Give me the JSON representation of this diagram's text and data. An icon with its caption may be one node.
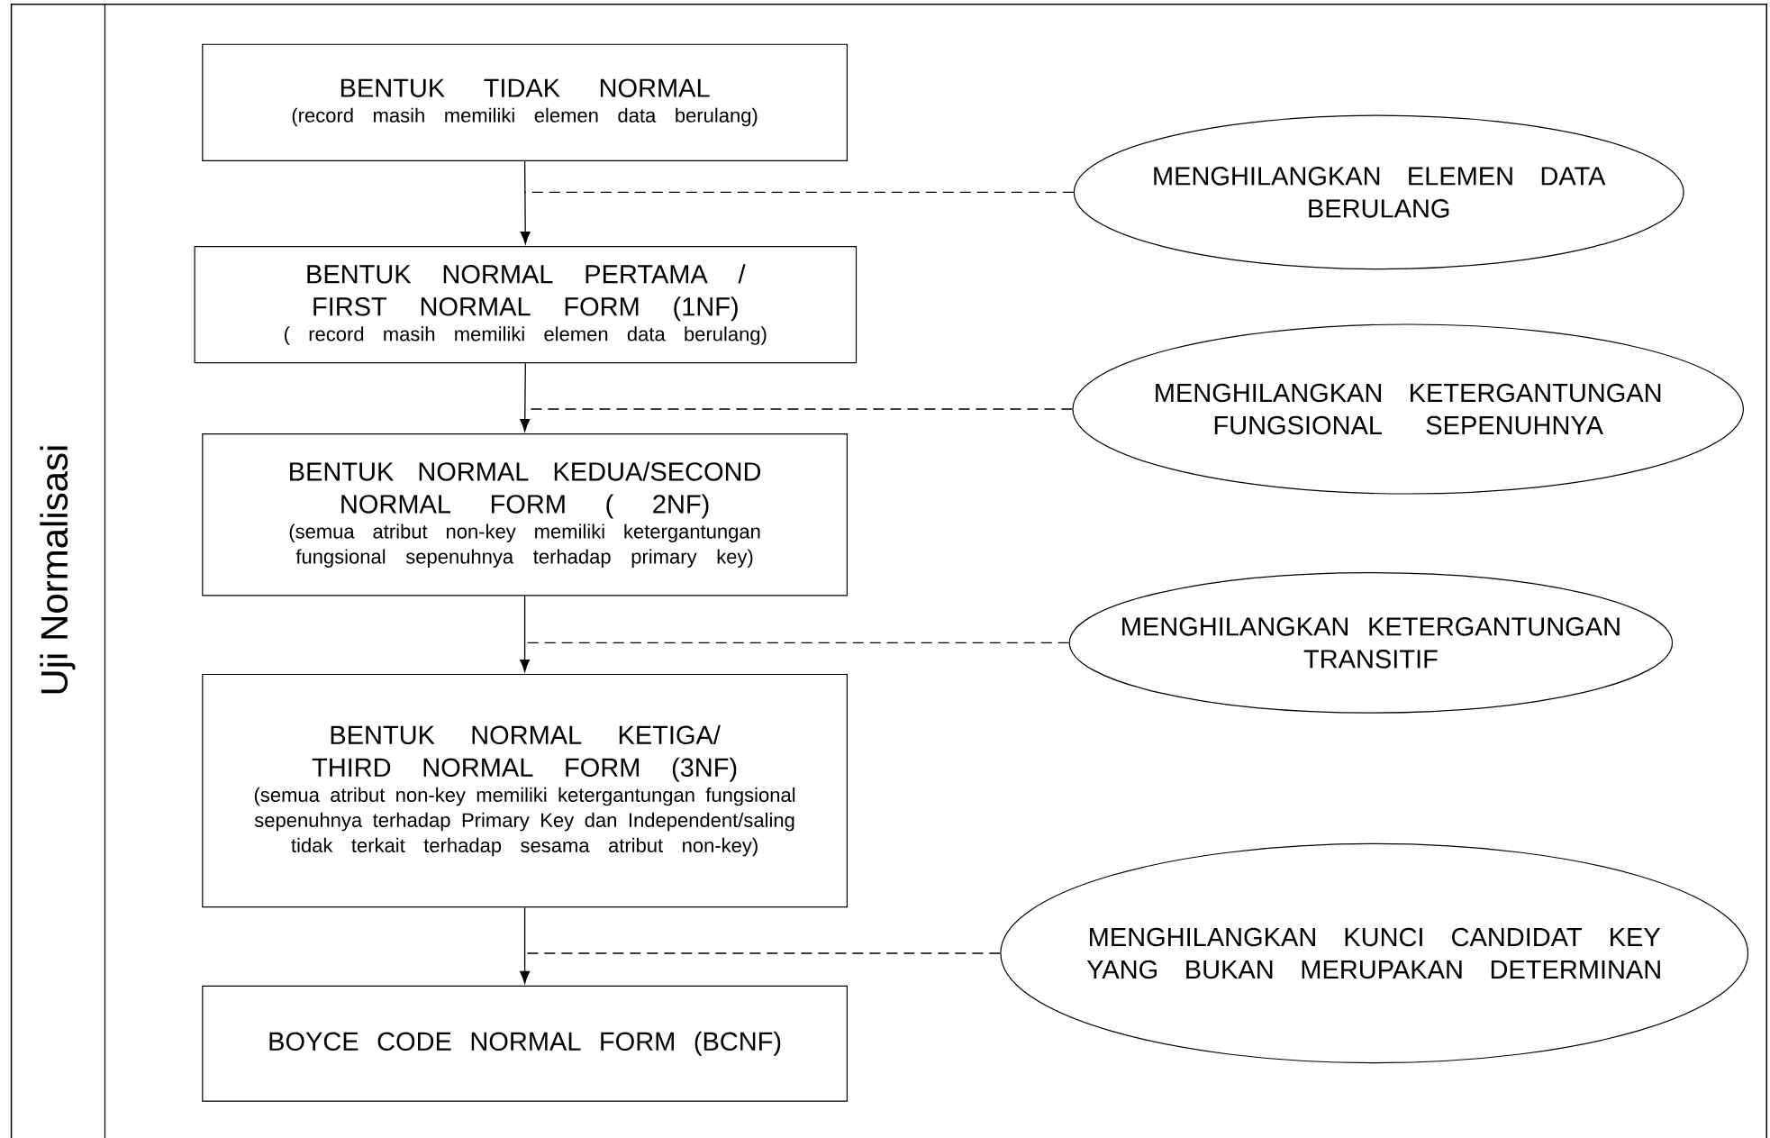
{
  "diagram": {
    "nodes": [
      {
        "text": [
          "Uji Normalisasi"
        ]
      },
      {
        "text": [
          "BENTUK TIDAK NORMAL",
          "(record masih memiliki elemen data berulang)"
        ],
        "in": 0
      },
      {
        "text": [
          "BENTUK NORMAL PERTAMA / FIRST NORMAL FORM (1NF)",
          "( record masih memiliki elemen  data berulang)"
        ],
        "in": 0
      },
      {
        "text": [
          "BENTUK NORMAL KEDUA/SECOND NORMAL FORM ( 2NF)",
          "(semua atribut non-key memiliki ketergantungan fungsional sepenuhnya terhadap primary key)"
        ],
        "in": 0
      },
      {
        "text": [
          "BENTUK NORMAL KETIGA/ THIRD NORMAL FORM (3NF)",
          "(semua atribut non-key memiliki ketergantungan fungsional sepenuhnya terhadap Primary Key dan Independent/saling tidak terkait terhadap sesama atribut non-key)"
        ],
        "in": 0
      },
      {
        "text": [
          "BOYCE CODE NORMAL FORM (BCNF)"
        ],
        "in": 0
      },
      {
        "text": [
          "MENGHILANGKAN ELEMEN DATA BERULANG"
        ],
        "in": 0
      },
      {
        "text": [
          "MENGHILANGKAN KETERGANTUNGAN FUNGSIONAL SEPENUHNYA"
        ],
        "in": 0
      },
      {
        "text": [
          "MENGHILANGKAN KETERGANTUNGAN TRANSITIF"
        ],
        "in": 0
      },
      {
        "text": [
          "MENGHILANGKAN KUNCI CANDIDAT KEY YANG BUKAN MERUPAKAN DETERMINAN"
        ],
        "in": 0
      }
    ],
    "edges": [
      {
        "from": 1,
        "to": 2,
        "arrow": "to"
      },
      {
        "from": 2,
        "to": 3,
        "arrow": "to"
      },
      {
        "from": 3,
        "to": 4,
        "arrow": "to"
      },
      {
        "from": 4,
        "to": 5,
        "arrow": "to"
      },
      {
        "from": 6,
        "to": null,
        "arrow": "none",
        "style": "dashed"
      },
      {
        "from": 7,
        "to": null,
        "arrow": "none",
        "style": "dashed"
      },
      {
        "from": 8,
        "to": null,
        "arrow": "none",
        "style": "dashed"
      },
      {
        "from": 9,
        "to": null,
        "arrow": "none",
        "style": "dashed"
      }
    ]
  }
}
